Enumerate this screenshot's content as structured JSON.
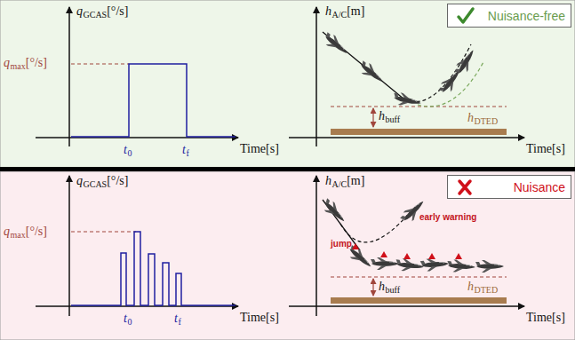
{
  "diagram": {
    "nodes": [
      {
        "text": [
          "Nuisance-free"
        ]
      },
      {
        "text": [
          "Nuisance"
        ]
      }
    ],
    "labels": [
      "q",
      "GCAS",
      "[°/s]",
      "q",
      "max",
      "[°/s]",
      "t",
      "0",
      "t",
      "f",
      "Time[s]",
      "h",
      "A/C",
      "[m]",
      "h",
      "buff",
      "h",
      "DTED",
      "Time[s]",
      "q",
      "GCAS",
      "[°/s]",
      "q",
      "max",
      "[°/s]",
      "t",
      "0",
      "t",
      "f",
      "Time[s]",
      "h",
      "A/C",
      "[m]",
      "early warning",
      "jump",
      "h",
      "buff",
      "h",
      "DTED",
      "Time[s]"
    ]
  }
}
